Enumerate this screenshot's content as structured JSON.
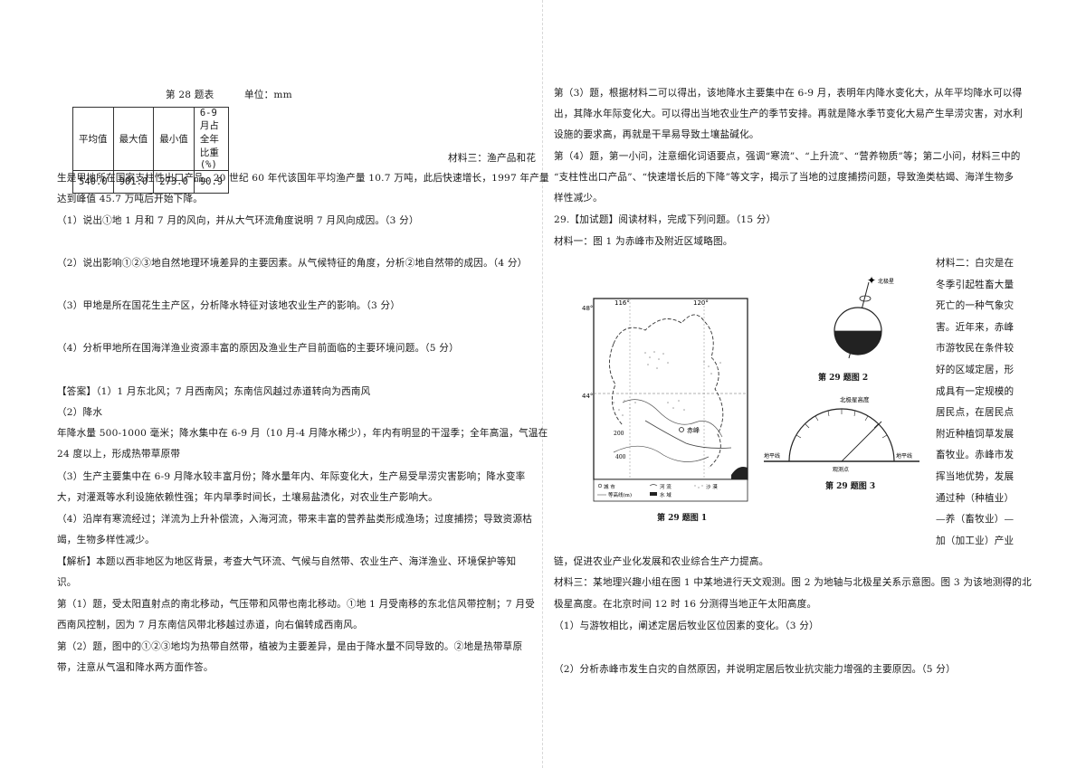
{
  "left": {
    "table_title": "第 28 题表",
    "table_unit": "单位：mm",
    "table_headers": [
      "平均值",
      "最大值",
      "最小值",
      "6-9 月占全年比重(%)"
    ],
    "table_values": [
      "540.0",
      "901.0",
      "273.0",
      "90.9"
    ],
    "material3_start": "材料三：渔产品和花",
    "material3_line2": "生是甲地所在国家支柱性出口产品。20 世纪 60 年代该国年平均渔产量 10.7 万吨，此后快速增长，1997 年产量",
    "material3_line3": "达到峰值 45.7 万吨后开始下降。",
    "q1": "（1）说出①地 1 月和 7 月的风向，并从大气环流角度说明 7 月风向成因。（3 分）",
    "q2": "（2）说出影响①②③地自然地理环境差异的主要因素。从气候特征的角度，分析②地自然带的成因。（4 分）",
    "q3": "（3）甲地是所在国花生主产区，分析降水特征对该地农业生产的影响。（3 分）",
    "q4": "（4）分析甲地所在国海洋渔业资源丰富的原因及渔业生产目前面临的主要环境问题。（5 分）",
    "answer1": "【答案】（1）1 月东北风；7 月西南风；东南信风越过赤道转向为西南风",
    "answer2": "（2）降水",
    "answer3a": "年降水量 500-1000 毫米；降水集中在 6-9 月（10 月-4 月降水稀少），年内有明显的干湿季；全年高温，气温在",
    "answer3b": "24 度以上，形成热带草原带",
    "answer4a": "（3）生产主要集中在 6-9 月降水较丰富月份；降水量年内、年际变化大，生产易受旱涝灾害影响；降水变率",
    "answer4b": "大，对灌溉等水利设施依赖性强；年内旱季时间长，土壤易盐渍化，对农业生产影响大。",
    "answer5a": "（4）沿岸有寒流经过；洋流为上升补偿流，入海河流，带来丰富的营养盐类形成渔场；过度捕捞；导致资源枯",
    "answer5b": "竭，生物多样性减少。",
    "analysis1a": "【解析】本题以西非地区为地区背景，考查大气环流、气候与自然带、农业生产、海洋渔业、环境保护等知",
    "analysis1b": "识。",
    "analysis2a": "第（1）题，受太阳直射点的南北移动，气压带和风带也南北移动。①地 1 月受南移的东北信风带控制；7 月受",
    "analysis2b": "西南风控制，因为 7 月东南信风带北移越过赤道，向右偏转成西南风。",
    "analysis3a": "第（2）题，图中的①②③地均为热带自然带，植被为主要差异，是由于降水量不同导致的。②地是热带草原",
    "analysis3b": "带，注意从气温和降水两方面作答。"
  },
  "right": {
    "r1a": "第（3）题，根据材料二可以得出，该地降水主要集中在 6-9 月，表明年内降水变化大，从年平均降水可以得",
    "r1b": "出，其降水年际变化大。可以得出当地农业生产的季节安排。再就是降水季节变化大易产生旱涝灾害，对水利",
    "r1c": "设施的要求高，再就是干旱易导致土壤盐碱化。",
    "r2a": "第（4）题，第一小问，注意细化词语要点，强调“寒流”、“上升流”、“营养物质”等；第二小问，材料三中的",
    "r2b": "“支柱性出口产品”、“快速增长后的下降”等文字，揭示了当地的过度捕捞问题，导致渔类枯竭、海洋生物多",
    "r2c": "样性减少。",
    "q29": "29.【加试题】阅读材料，完成下列问题。（15 分）",
    "mat1": "材料一：图 1 为赤峰市及附近区域略图。",
    "mat2_lines": [
      "材料二：白灾是在",
      "冬季引起牲畜大量",
      "死亡的一种气象灾",
      "害。近年来，赤峰",
      "市游牧民在条件较",
      "好的区域定居，形",
      "成具有一定规模的",
      "居民点，在居民点",
      "附近种植饲草发展",
      "畜牧业。赤峰市发",
      "挥当地优势，发展",
      "通过种（种植业）",
      "—养（畜牧业）—",
      "加（加工业）产业"
    ],
    "mat2_end": "链，促进农业产业化发展和农业综合生产力提高。",
    "mat3a": "材料三：某地理兴趣小组在图 1 中某地进行天文观测。图 2 为地轴与北极星关系示意图。图 3 为该地测得的北",
    "mat3b": "极星高度。在北京时间 12 时 16 分测得当地正午太阳高度。",
    "q1": "（1）与游牧相比，阐述定居后牧业区位因素的变化。（3 分）",
    "q2": "（2）分析赤峰市发生白灾的自然原因，并说明定居后牧业抗灾能力增强的主要原因。（5 分）",
    "fig1_caption": "第 29 题图 1",
    "fig2_caption": "第 29 题图 2",
    "fig3_caption": "第 29 题图 3",
    "fig1_lon1": "116°",
    "fig1_lon2": "120°",
    "fig1_lat1": "48°",
    "fig1_lat2": "44°",
    "fig1_city": "赤峰",
    "fig1_c1": "200",
    "fig1_c2": "400",
    "fig1_legend": [
      "城  市",
      "等高线(m)",
      "河  流",
      "水  域",
      "沙  漠"
    ],
    "fig2_label": "北极星",
    "fig3_top": "北极星高度",
    "fig3_left": "地平线",
    "fig3_right": "地平线",
    "fig3_bottom": "观测点"
  }
}
